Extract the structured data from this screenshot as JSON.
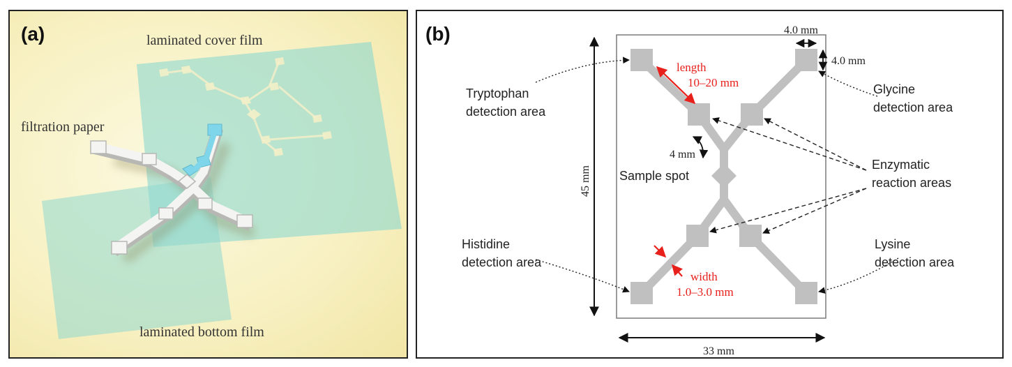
{
  "panel_a": {
    "letter": "(a)",
    "labels": {
      "cover_film": "laminated cover film",
      "filtration_paper": "filtration paper",
      "bottom_film": "laminated bottom film"
    }
  },
  "panel_b": {
    "letter": "(b)",
    "dimensions": {
      "pad_width": "4.0 mm",
      "pad_height": "4.0 mm",
      "device_height": "45 mm",
      "device_width": "33 mm",
      "spot_distance": "4 mm"
    },
    "channel_length": {
      "label": "length",
      "range": "10–20 mm"
    },
    "channel_width": {
      "label": "width",
      "range": "1.0–3.0 mm"
    },
    "areas": {
      "tryptophan": [
        "Tryptophan",
        "detection area"
      ],
      "glycine": [
        "Glycine",
        "detection area"
      ],
      "histidine": [
        "Histidine",
        "detection area"
      ],
      "lysine": [
        "Lysine",
        "detection area"
      ],
      "enzymatic": [
        "Enzymatic",
        "reaction areas"
      ],
      "sample_spot": "Sample spot"
    }
  },
  "colors": {
    "channel_gray": "#c0c0c0",
    "annotation_red": "#e8201c",
    "film_teal": "#8fd9cf",
    "paper_white": "#f4f4f2",
    "panel_a_bg": "#f8f1c4"
  }
}
